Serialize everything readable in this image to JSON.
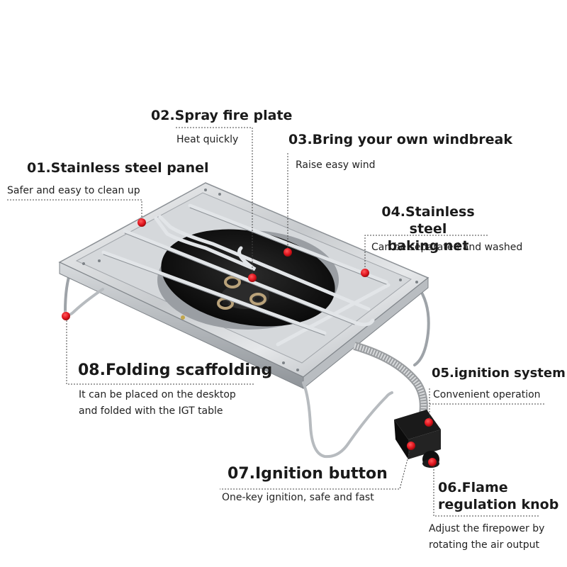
{
  "features": [
    {
      "id": "01",
      "title": "01.Stainless steel panel",
      "desc": "Safer and easy to clean up"
    },
    {
      "id": "02",
      "title": "02.Spray fire plate",
      "desc": "Heat quickly"
    },
    {
      "id": "03",
      "title": "03.Bring your own windbreak",
      "desc": "Raise easy wind"
    },
    {
      "id": "04",
      "title_line1": "04.Stainless steel",
      "title_line2": "baking net",
      "desc": "Can be separated and washed"
    },
    {
      "id": "05",
      "title": "05.ignition system",
      "desc": "Convenient operation"
    },
    {
      "id": "06",
      "title_line1": "06.Flame",
      "title_line2": "regulation knob",
      "desc_line1": "Adjust the firepower by",
      "desc_line2": "rotating the air output"
    },
    {
      "id": "07",
      "title": "07.Ignition button",
      "desc": "One-key ignition, safe and fast"
    },
    {
      "id": "08",
      "title": "08.Folding scaffolding",
      "desc_line1": "It can be placed on the desktop",
      "desc_line2": "and folded with the IGT table"
    }
  ],
  "colors": {
    "marker": "#e0141e",
    "marker_ring": "#7a0a0a",
    "leader_line": "#444444",
    "steel": "#c9ccd0",
    "burner": "#151515"
  }
}
